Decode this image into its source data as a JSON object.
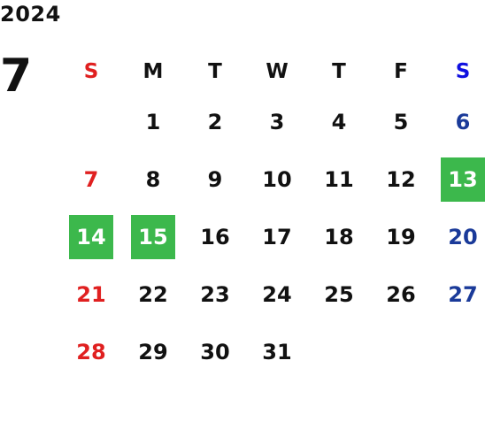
{
  "year": "2024",
  "month": "7",
  "colors": {
    "sunday": "#e02020",
    "saturday_header": "#1010e0",
    "saturday": "#1a3a99",
    "weekday": "#111111",
    "highlight_bg": "#3cb84c",
    "highlight_text": "#ffffff"
  },
  "weekdays": [
    "S",
    "M",
    "T",
    "W",
    "T",
    "F",
    "S"
  ],
  "weeks": [
    [
      "",
      "1",
      "2",
      "3",
      "4",
      "5",
      "6"
    ],
    [
      "7",
      "8",
      "9",
      "10",
      "11",
      "12",
      "13"
    ],
    [
      "14",
      "15",
      "16",
      "17",
      "18",
      "19",
      "20"
    ],
    [
      "21",
      "22",
      "23",
      "24",
      "25",
      "26",
      "27"
    ],
    [
      "28",
      "29",
      "30",
      "31",
      "",
      "",
      ""
    ]
  ],
  "highlighted_days": [
    "13",
    "14",
    "15"
  ]
}
